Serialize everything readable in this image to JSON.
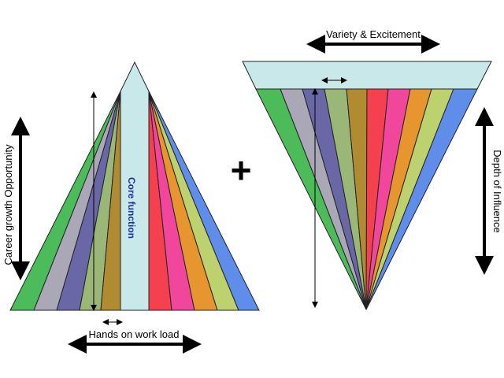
{
  "labels": {
    "core_function": "Core function",
    "career_growth": "Career growth Opportunity",
    "hands_on": "Hands on work load",
    "variety": "Variety & Excitement",
    "depth": "Depth of Influence",
    "plus": "+"
  },
  "colors": {
    "core": "#c9e8ea",
    "left_strips": [
      "#4cbb5a",
      "#aaa7b6",
      "#6a67a6",
      "#9bb777",
      "#b18b32"
    ],
    "right_strips": [
      "#f5404f",
      "#f0469c",
      "#e7962f",
      "#bdd26f",
      "#5f8eea"
    ],
    "inverted_strips": [
      "#4cbb5a",
      "#aaa7b6",
      "#6a67a6",
      "#9bb777",
      "#b18b32",
      "#f5404f",
      "#f0469c",
      "#e7962f",
      "#bdd26f",
      "#5f8eea"
    ],
    "stroke": "#222222"
  }
}
